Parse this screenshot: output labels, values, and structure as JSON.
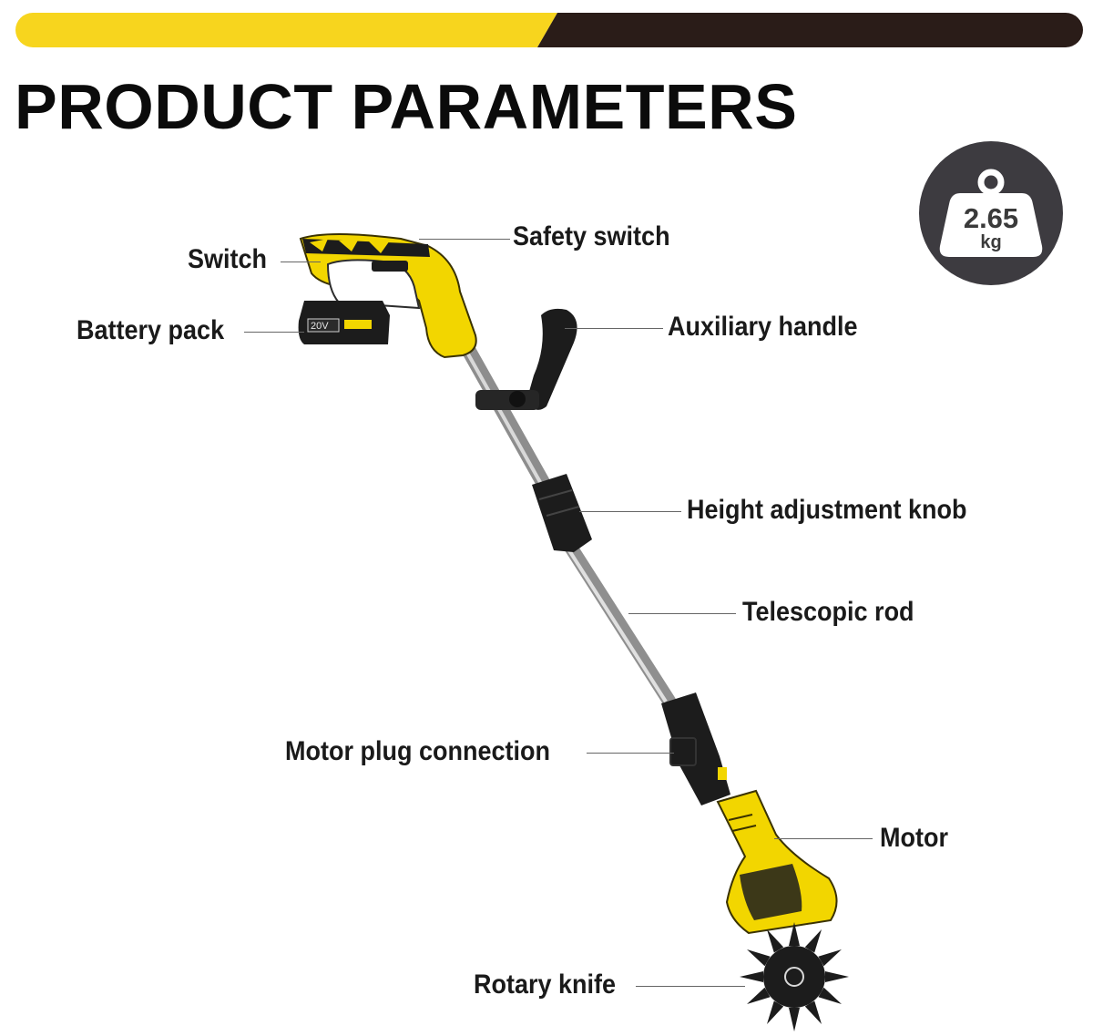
{
  "header": {
    "title": "PRODUCT PARAMETERS",
    "bar_colors": {
      "yellow": "#f7d51e",
      "dark": "#2a1c18"
    }
  },
  "weight": {
    "value": "2.65",
    "unit": "kg",
    "icon": "weight-icon"
  },
  "product": {
    "battery_label": "20V",
    "accent_color": "#f2d600",
    "body_color": "#1c1c1c"
  },
  "labels": {
    "switch": "Switch",
    "safety_switch": "Safety switch",
    "battery_pack": "Battery pack",
    "auxiliary_handle": "Auxiliary handle",
    "height_adjustment_knob": "Height adjustment knob",
    "telescopic_rod": "Telescopic rod",
    "motor_plug_connection": "Motor plug connection",
    "motor": "Motor",
    "rotary_knife": "Rotary knife"
  }
}
